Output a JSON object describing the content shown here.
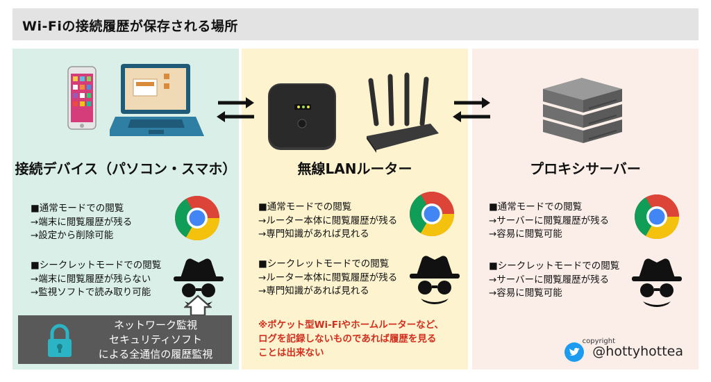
{
  "title": "Wi-Fiの接続履歴が保存される場所",
  "panels": [
    {
      "heading": "接続デバイス（パソコン・スマホ）",
      "normal": [
        "■通常モードでの閲覧",
        "→端末に閲覧履歴が残る",
        "→設定から削除可能"
      ],
      "secret": [
        "■シークレットモードでの閲覧",
        "→端末に閲覧履歴が残らない",
        "→監視ソフトで読み取り可能"
      ],
      "monitor": [
        "ネットワーク監視",
        "セキュリティソフト",
        "による全通信の履歴監視"
      ]
    },
    {
      "heading": "無線LANルーター",
      "normal": [
        "■通常モードでの閲覧",
        "→ルーター本体に閲覧履歴が残る",
        "→専門知識があれば見れる"
      ],
      "secret": [
        "■シークレットモードでの閲覧",
        "→ルーター本体に閲覧履歴が残る",
        "→専門知識があれば見れる"
      ],
      "note": [
        "※ポケット型Wi-Fiやホームルーターなど、",
        "ログを記録しないものであれば履歴を見る",
        "ことは出来ない"
      ]
    },
    {
      "heading": "プロキシサーバー",
      "normal": [
        "■通常モードでの閲覧",
        "→サーバーに閲覧履歴が残る",
        "→容易に閲覧可能"
      ],
      "secret": [
        "■シークレットモードでの閲覧",
        "→サーバーに閲覧履歴が残る",
        "→容易に閲覧可能"
      ]
    }
  ],
  "credit": {
    "label": "copyright",
    "handle": "@hottyhottea"
  },
  "colors": {
    "panel1": "#d9efe8",
    "panel2": "#fdf3cf",
    "panel3": "#fbeee8",
    "note": "#d32f1f",
    "twitter": "#1d9bf0",
    "lock": "#2bb5c4"
  },
  "icons": [
    "smartphone-icon",
    "laptop-icon",
    "pocket-wifi-icon",
    "router-icon",
    "server-icon",
    "chrome-icon",
    "incognito-icon",
    "lock-icon",
    "twitter-icon",
    "bidirectional-arrow-icon",
    "up-arrow-icon"
  ]
}
